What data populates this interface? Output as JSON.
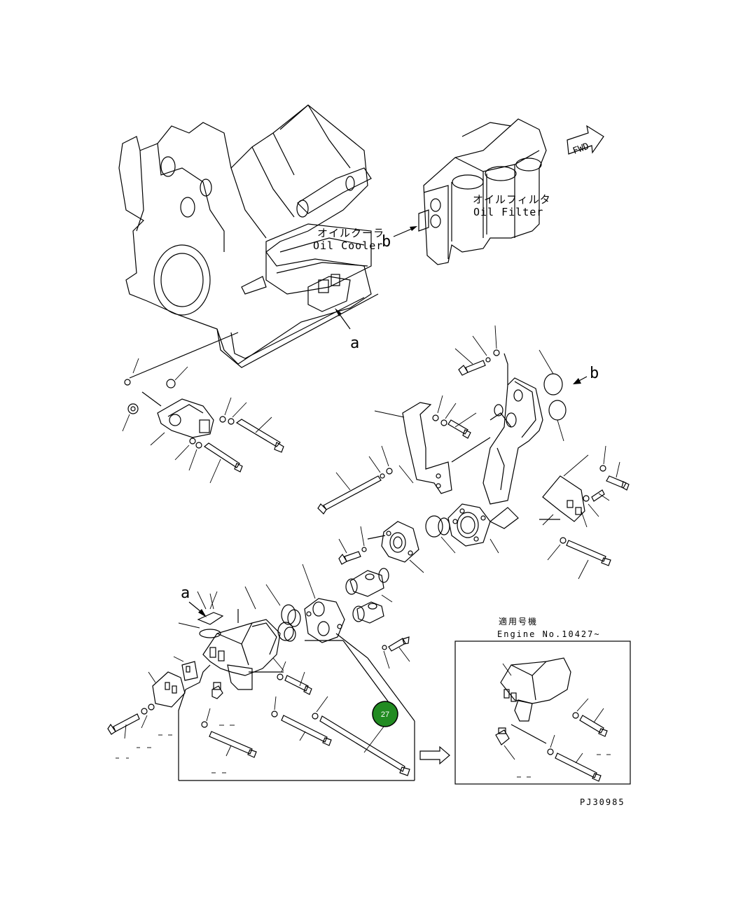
{
  "labels": {
    "oil_cooler_jp": "オイルクーラ",
    "oil_cooler_en": "Oil Cooler",
    "oil_filter_jp": "オイルフィルタ",
    "oil_filter_en": "Oil Filter",
    "fwd": "FWD",
    "ref_a_top": "a",
    "ref_a_bottom": "a",
    "ref_b_filter": "b",
    "ref_b_bracket": "b",
    "engine_applic_jp": "適用号機",
    "engine_applic_en": "Engine No.10427~",
    "drawing_code": "PJ30985"
  },
  "callout": {
    "number": "27",
    "color": "#228b22"
  }
}
